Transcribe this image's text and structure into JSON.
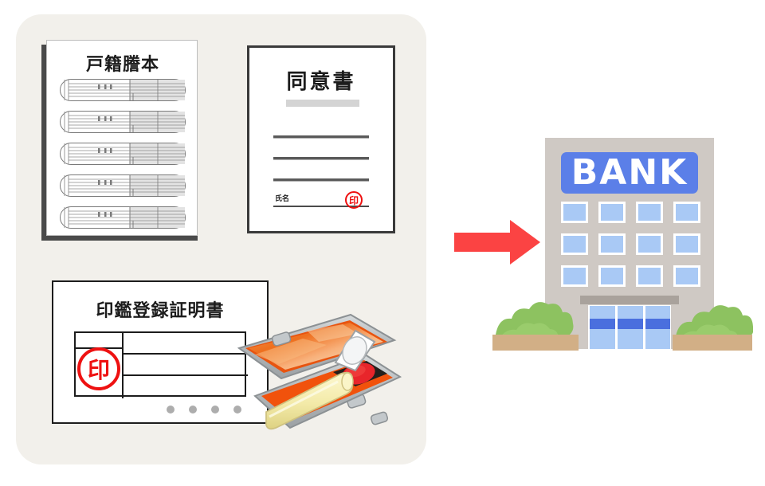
{
  "illustration": {
    "title": "Bank procedure documents and personal seal with arrow pointing to bank",
    "panel_color": "#F2F0EB",
    "background_color": "#FFFFFF"
  },
  "documents": {
    "koseki": {
      "name": "family-register-copy",
      "title": "戸籍謄本",
      "row_count": 5,
      "paper_color": "#FFFFFF",
      "shadow_color": "#4A4A4A"
    },
    "consent": {
      "name": "consent-form",
      "title": "同意書",
      "name_label": "氏名",
      "writing_lines": 3,
      "seal_glyph": "印",
      "seal_color": "#EE1111",
      "border_color": "#3A3A3A"
    },
    "seal_certificate": {
      "name": "seal-registration-certificate",
      "title": "印鑑登録証明書",
      "seal_glyph": "印",
      "seal_color": "#EE1111",
      "dot_count": 4,
      "dot_color": "#ADADAD",
      "table_rows": 3
    }
  },
  "hanko": {
    "name": "personal-seal-in-case",
    "case_body_color": "#B8BCBE",
    "lining_color": "#F07A2A",
    "velvet_color": "#F5914E",
    "stick_color": "#F5EFB8",
    "ink_pad_color": "#E8252B",
    "lid_color": "#FFFFFF"
  },
  "arrow": {
    "name": "right-arrow",
    "color": "#FB4343",
    "direction": "right"
  },
  "bank": {
    "name": "bank-building",
    "sign_text": "BANK",
    "sign_color": "#5B7FE8",
    "sign_text_color": "#FFFFFF",
    "body_color": "#CFC9C4",
    "window_color": "#A9C9F5",
    "window_frame_color": "#FFFFFF",
    "window_rows": 3,
    "window_cols": 4,
    "window_count": 12,
    "door_glass_color": "#A9C9F5",
    "door_band_color": "#4A6FDE",
    "canopy_color": "#A9A29C",
    "planter_color": "#D2AF86",
    "bush_color": "#8DC260",
    "door_panels": 3
  }
}
